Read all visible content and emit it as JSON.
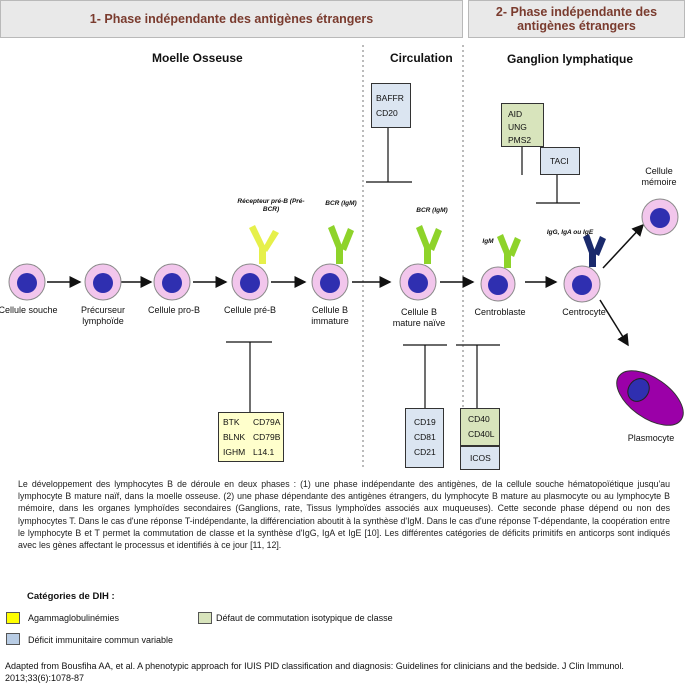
{
  "phases": {
    "phase1": "1- Phase indépendante des antigènes étrangers",
    "phase2": "2- Phase indépendante des antigènes étrangers"
  },
  "regions": {
    "bone_marrow": "Moelle Osseuse",
    "circulation": "Circulation",
    "lymph_node": "Ganglion lymphatique"
  },
  "cells": {
    "stem": "Cellule souche",
    "lymphoid_progenitor": "Précurseur lymphoïde",
    "pro_b": "Cellule pro-B",
    "pre_b": "Cellule pré-B",
    "immature_b": "Cellule B immature",
    "mature_naive_b": "Cellule B mature naïve",
    "centroblast": "Centroblaste",
    "centrocyte": "Centrocyte",
    "memory": "Cellule mémoire",
    "plasmocyte": "Plasmocyte"
  },
  "receptors": {
    "pre_bcr": "Récepteur pré-B (Pré-BCR)",
    "bcr_immature": "BCR (IgM)",
    "bcr_mature": "BCR (IgM)",
    "igm": "IgM",
    "switched": "IgG, IgA ou IgE"
  },
  "gene_boxes": {
    "agamma": [
      "BTK",
      "CD79A",
      "BLNK",
      "CD79B",
      "IGHM",
      "L14.1"
    ],
    "cvid_circulation": [
      "BAFFR",
      "CD20"
    ],
    "cvid_mature": [
      "CD19",
      "CD81",
      "CD21"
    ],
    "csr": [
      "AID",
      "UNG",
      "PMS2"
    ],
    "taci": [
      "TACI"
    ],
    "cd40": [
      "CD40",
      "CD40L"
    ],
    "icos": [
      "ICOS"
    ]
  },
  "caption": "Le développement des lymphocytes B de déroule en deux phases : (1) une phase indépendante des antigènes, de la cellule souche hématopoïétique jusqu'au lymphocyte B mature naïf, dans la moelle osseuse. (2) une phase dépendante des antigènes étrangers, du lymphocyte B mature au plasmocyte ou au lymphocyte B mémoire, dans les organes lymphoïdes secondaires (Ganglions, rate, Tissus lymphoïdes associés aux muqueuses). Cette seconde phase dépend ou non des lymphocytes T. Dans le cas d'une réponse T-indépendante, la différenciation aboutit à la synthèse d'IgM. Dans le cas d'une réponse T-dépendante, la coopération entre le lymphocyte B et T permet la commutation de classe et la synthèse d'IgG, IgA et IgE [10]. Les différentes catégories de déficits primitifs en anticorps sont indiqués avec les gènes affectant le processus et identifiés à ce jour [11, 12].",
  "legend": {
    "title": "Catégories de DIH :",
    "items": [
      {
        "label": "Agammaglobulinémies",
        "color": "#ffff00"
      },
      {
        "label": "Défaut de commutation isotypique de classe",
        "color": "#d8e4bc"
      },
      {
        "label": "Déficit immunitaire commun variable",
        "color": "#b8cce4"
      }
    ]
  },
  "source": "Adapted from Bousfiha AA, et al. A phenotypic approach for IUIS PID classification and diagnosis: Guidelines for clinicians and the bedside. J Clin Immunol. 2013;33(6):1078-87",
  "colors": {
    "agamma": "#ffffcc",
    "csr": "#d8e4bc",
    "cvid": "#dbe5f1",
    "cell_outer": "#f2c6ec",
    "cell_nucleus": "#2f2fb0",
    "receptor_yellow": "#e6f04a",
    "receptor_green": "#8ed32a",
    "receptor_navy": "#1a2a6c",
    "plasmocyte": "#9b00a8",
    "phase_text": "#7a3b2e"
  }
}
